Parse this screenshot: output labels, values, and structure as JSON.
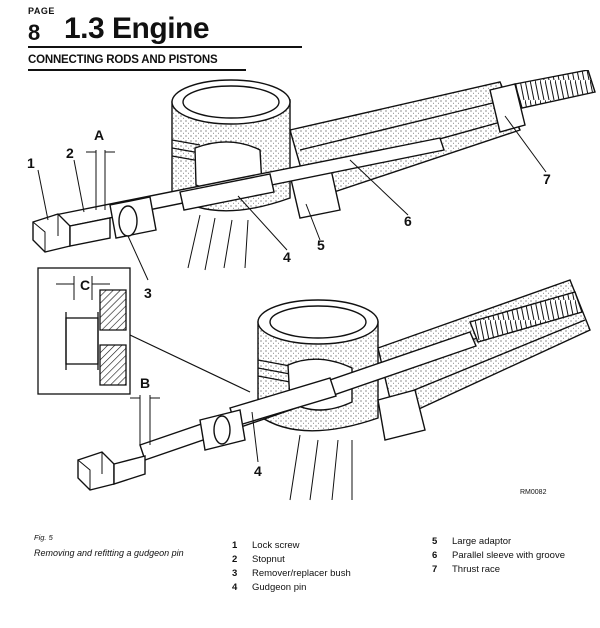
{
  "header": {
    "page_label": "PAGE",
    "page_number": "8",
    "title": "1.3 Engine",
    "section": "CONNECTING RODS AND PISTONS"
  },
  "figure": {
    "callouts": {
      "c1": "1",
      "c2": "2",
      "c3": "3",
      "c4a": "4",
      "c4b": "4",
      "c5": "5",
      "c6": "6",
      "c7": "7",
      "A": "A",
      "B": "B",
      "C": "C"
    },
    "ref_code": "RM0082",
    "fig_label": "Fig. 5",
    "caption": "Removing and refitting a gudgeon pin"
  },
  "legend": [
    {
      "num": "1",
      "label": "Lock screw"
    },
    {
      "num": "2",
      "label": "Stopnut"
    },
    {
      "num": "3",
      "label": "Remover/replacer bush"
    },
    {
      "num": "4",
      "label": "Gudgeon pin"
    },
    {
      "num": "5",
      "label": "Large adaptor"
    },
    {
      "num": "6",
      "label": "Parallel sleeve with groove"
    },
    {
      "num": "7",
      "label": "Thrust race"
    }
  ]
}
